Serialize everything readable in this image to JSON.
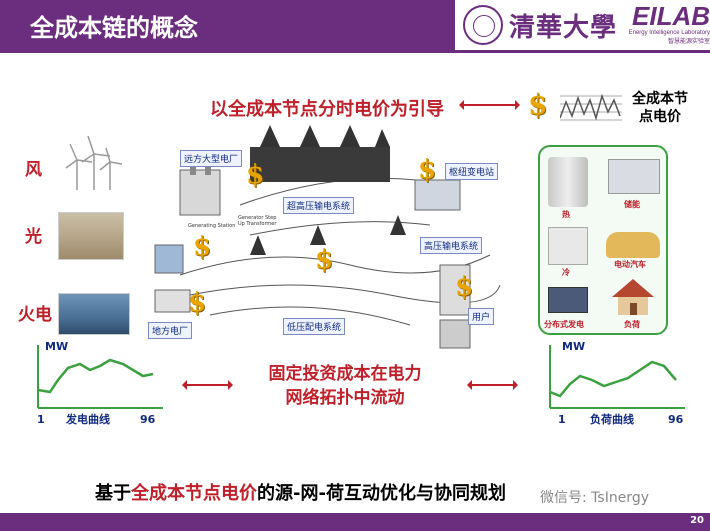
{
  "header": {
    "title": "全成本链的概念",
    "university": "清華大學",
    "lab_name": "EILAB",
    "lab_full": "Energy Intelligence Laboratory",
    "lab_cn": "智慧能源实验室"
  },
  "guide": {
    "text": "以全成本节点分时电价为引导",
    "node_price_line1": "全成本节",
    "node_price_line2": "点电价"
  },
  "sources": {
    "wind": "风",
    "solar": "光",
    "thermal": "火电"
  },
  "gen_curve": {
    "ylabel": "MW",
    "xstart": "1",
    "xlabel": "发电曲线",
    "xend": "96"
  },
  "load_curve": {
    "ylabel": "MW",
    "xstart": "1",
    "xlabel": "负荷曲线",
    "xend": "96"
  },
  "grid": {
    "remote_plant": "远方大型电厂",
    "ehv": "超高压输电系统",
    "hub": "枢纽变电站",
    "hv": "高压输电系统",
    "local_plant": "地方电厂",
    "lv": "低压配电系统",
    "user": "用户",
    "gen_station": "Generating Station",
    "step_up": "Generator Step Up Transformer"
  },
  "loads": {
    "heat": "热",
    "storage": "储能",
    "cold": "冷",
    "ev": "电动汽车",
    "dg": "分布式发电",
    "load": "负荷"
  },
  "center": {
    "line1": "固定投资成本在电力",
    "line2": "网络拓扑中流动"
  },
  "bottom": {
    "pre": "基于",
    "highlight": "全成本节点电价",
    "post": "的源-网-荷互动优化与协同规划"
  },
  "watermark": "微信号: TsInergy",
  "page_number": "20",
  "colors": {
    "brand": "#6b2d7e",
    "accent_red": "#c0202a",
    "dollar": "#e8a500",
    "curve_green": "#3aa040"
  }
}
